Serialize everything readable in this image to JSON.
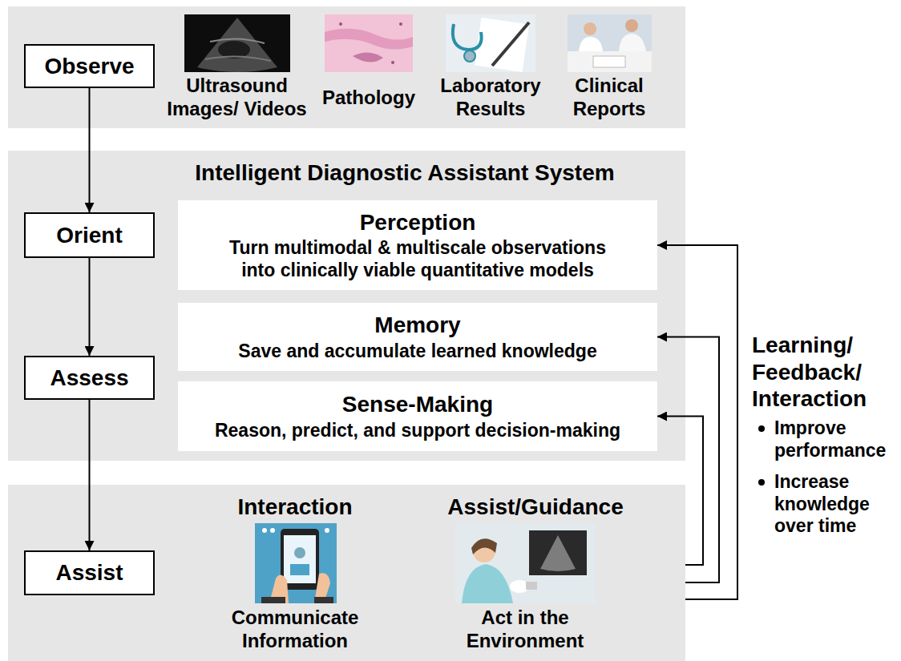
{
  "diagram": {
    "nodes": [
      {
        "text": [
          "Ultrasound Images/ Videos",
          "Pathology",
          "Laboratory Results",
          "Clinical Reports"
        ]
      },
      {
        "text": [
          "Observe"
        ],
        "in": 0
      },
      {
        "text": [
          "Intelligent Diagnostic Assistant System"
        ]
      },
      {
        "text": [
          "Orient"
        ],
        "in": 2
      },
      {
        "text": [
          "Perception",
          "Turn multimodal & multiscale observations into clinically viable quantitative models"
        ],
        "in": 2
      },
      {
        "text": [
          "Memory",
          "Save and accumulate learned knowledge"
        ],
        "in": 2
      },
      {
        "text": [
          "Assess"
        ],
        "in": 2
      },
      {
        "text": [
          "Sense-Making",
          "Reason, predict, and support decision-making"
        ],
        "in": 2
      },
      {
        "text": [
          "Interaction",
          "Communicate Information",
          "Assist/Guidance",
          "Act in the Environment"
        ]
      },
      {
        "text": [
          "Assist"
        ],
        "in": 8
      }
    ],
    "edges": [
      {
        "from": 1,
        "to": 3,
        "arrow": "to"
      },
      {
        "from": 3,
        "to": 6,
        "arrow": "to"
      },
      {
        "from": 6,
        "to": 9,
        "arrow": "to"
      },
      {
        "from": 8,
        "to": 7,
        "arrow": "to"
      },
      {
        "from": 8,
        "to": 5,
        "arrow": "to"
      },
      {
        "from": 8,
        "to": 4,
        "arrow": "to"
      }
    ],
    "labels": [
      "Learning/ Feedback/ Interaction",
      "Improve performance",
      "Increase knowledge over time"
    ]
  }
}
